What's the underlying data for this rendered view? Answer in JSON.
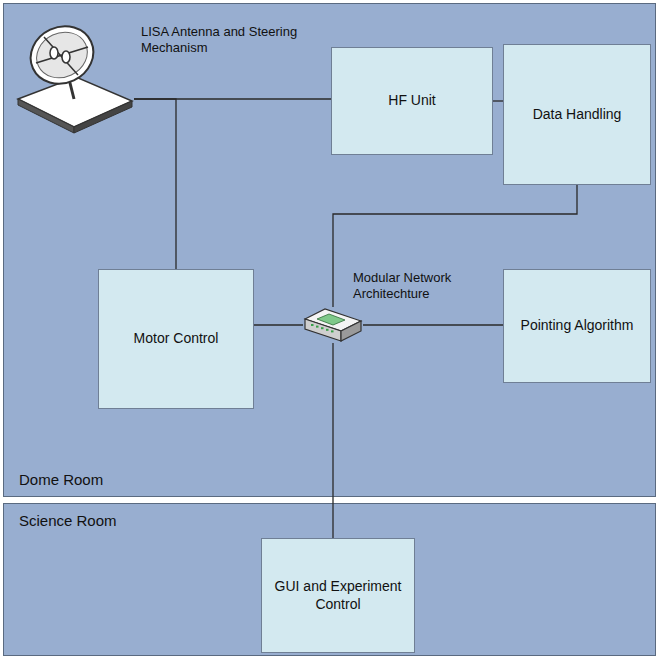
{
  "diagram": {
    "nodes": [
      {
        "text": [
          "Dome Room"
        ]
      },
      {
        "text": [
          "LISA Antenna and Steering Mechanism"
        ],
        "in": 0
      },
      {
        "text": [
          "HF Unit"
        ],
        "in": 0
      },
      {
        "text": [
          "Data Handling"
        ],
        "in": 0
      },
      {
        "text": [
          "Modular Network Architechture"
        ],
        "in": 0
      },
      {
        "text": [
          "Motor Control"
        ],
        "in": 0
      },
      {
        "text": [
          "Pointing Algorithm"
        ],
        "in": 0
      },
      {
        "text": [
          "Science Room"
        ]
      },
      {
        "text": [
          "GUI and Experiment Control"
        ],
        "in": 7
      }
    ],
    "edges": [
      {
        "from": 1,
        "to": 2,
        "arrow": "none"
      },
      {
        "from": 2,
        "to": 3,
        "arrow": "none"
      },
      {
        "from": 1,
        "to": 5,
        "arrow": "none"
      },
      {
        "from": 3,
        "to": 4,
        "arrow": "none"
      },
      {
        "from": 5,
        "to": 4,
        "arrow": "none"
      },
      {
        "from": 4,
        "to": 6,
        "arrow": "none"
      },
      {
        "from": 4,
        "to": 8,
        "arrow": "none"
      }
    ]
  }
}
